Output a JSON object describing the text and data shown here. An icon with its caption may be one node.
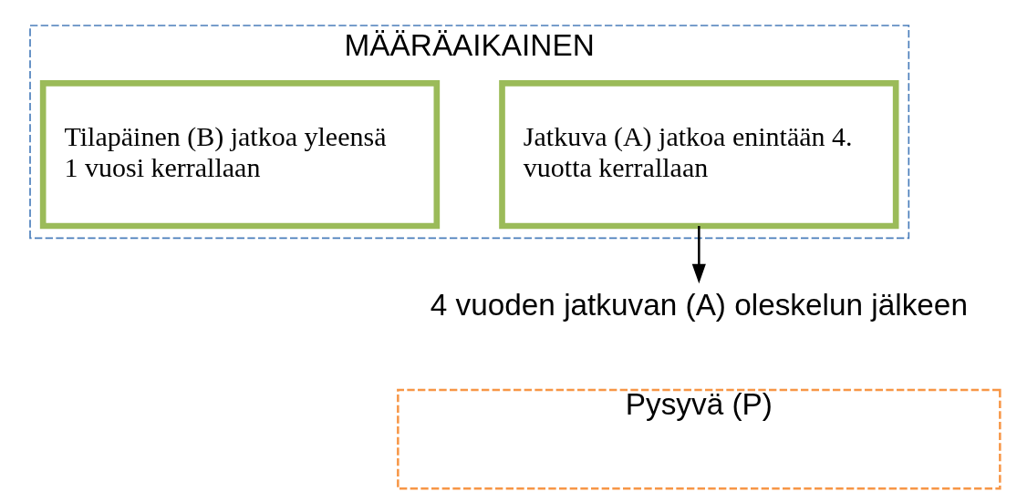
{
  "diagram": {
    "nodes": [
      {
        "text": [
          "MÄÄRÄAIKAINEN"
        ]
      },
      {
        "text": [
          "Jatkuva (A) jatkoa enintään 4. vuotta kerrallaan"
        ],
        "in": 0
      },
      {
        "text": [
          "Tilapäinen (B) jatkoa yleensä 1 vuosi kerrallaan"
        ],
        "in": 0
      },
      {
        "text": [
          "4 vuoden jatkuvan (A) oleskelun jälkeen"
        ]
      },
      {
        "text": [
          "Pysyvä (P)"
        ]
      }
    ],
    "edges": [
      {
        "from": 1,
        "to": 3,
        "arrow": "to"
      }
    ]
  }
}
